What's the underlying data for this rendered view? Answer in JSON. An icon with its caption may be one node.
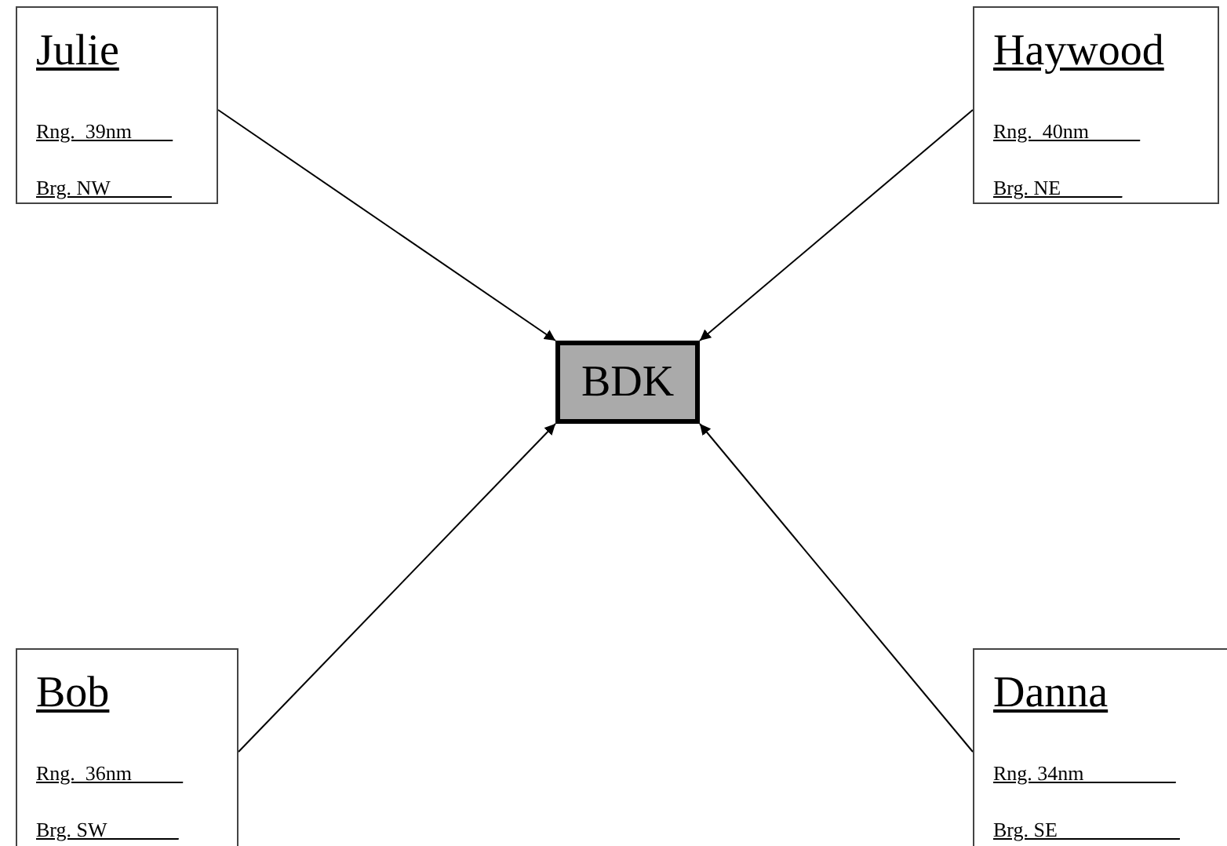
{
  "diagram": {
    "nodes": [
      {
        "text": [
          "Julie",
          "Rng.  39nm____",
          "Brg. NW______"
        ]
      },
      {
        "text": [
          "Haywood",
          "Rng.  40nm_____",
          "Brg. NE______"
        ]
      },
      {
        "text": [
          "BDK"
        ]
      },
      {
        "text": [
          "Bob",
          "Rng.  36nm_____",
          "Brg. SW_______"
        ]
      },
      {
        "text": [
          "Danna",
          "Rng. 34nm_________",
          "Brg. SE____________"
        ]
      }
    ],
    "edges": [
      {
        "from": 0,
        "to": 2,
        "arrow": "to"
      },
      {
        "from": 1,
        "to": 2,
        "arrow": "to"
      },
      {
        "from": 3,
        "to": 2,
        "arrow": "to"
      },
      {
        "from": 4,
        "to": 2,
        "arrow": "to"
      }
    ]
  }
}
